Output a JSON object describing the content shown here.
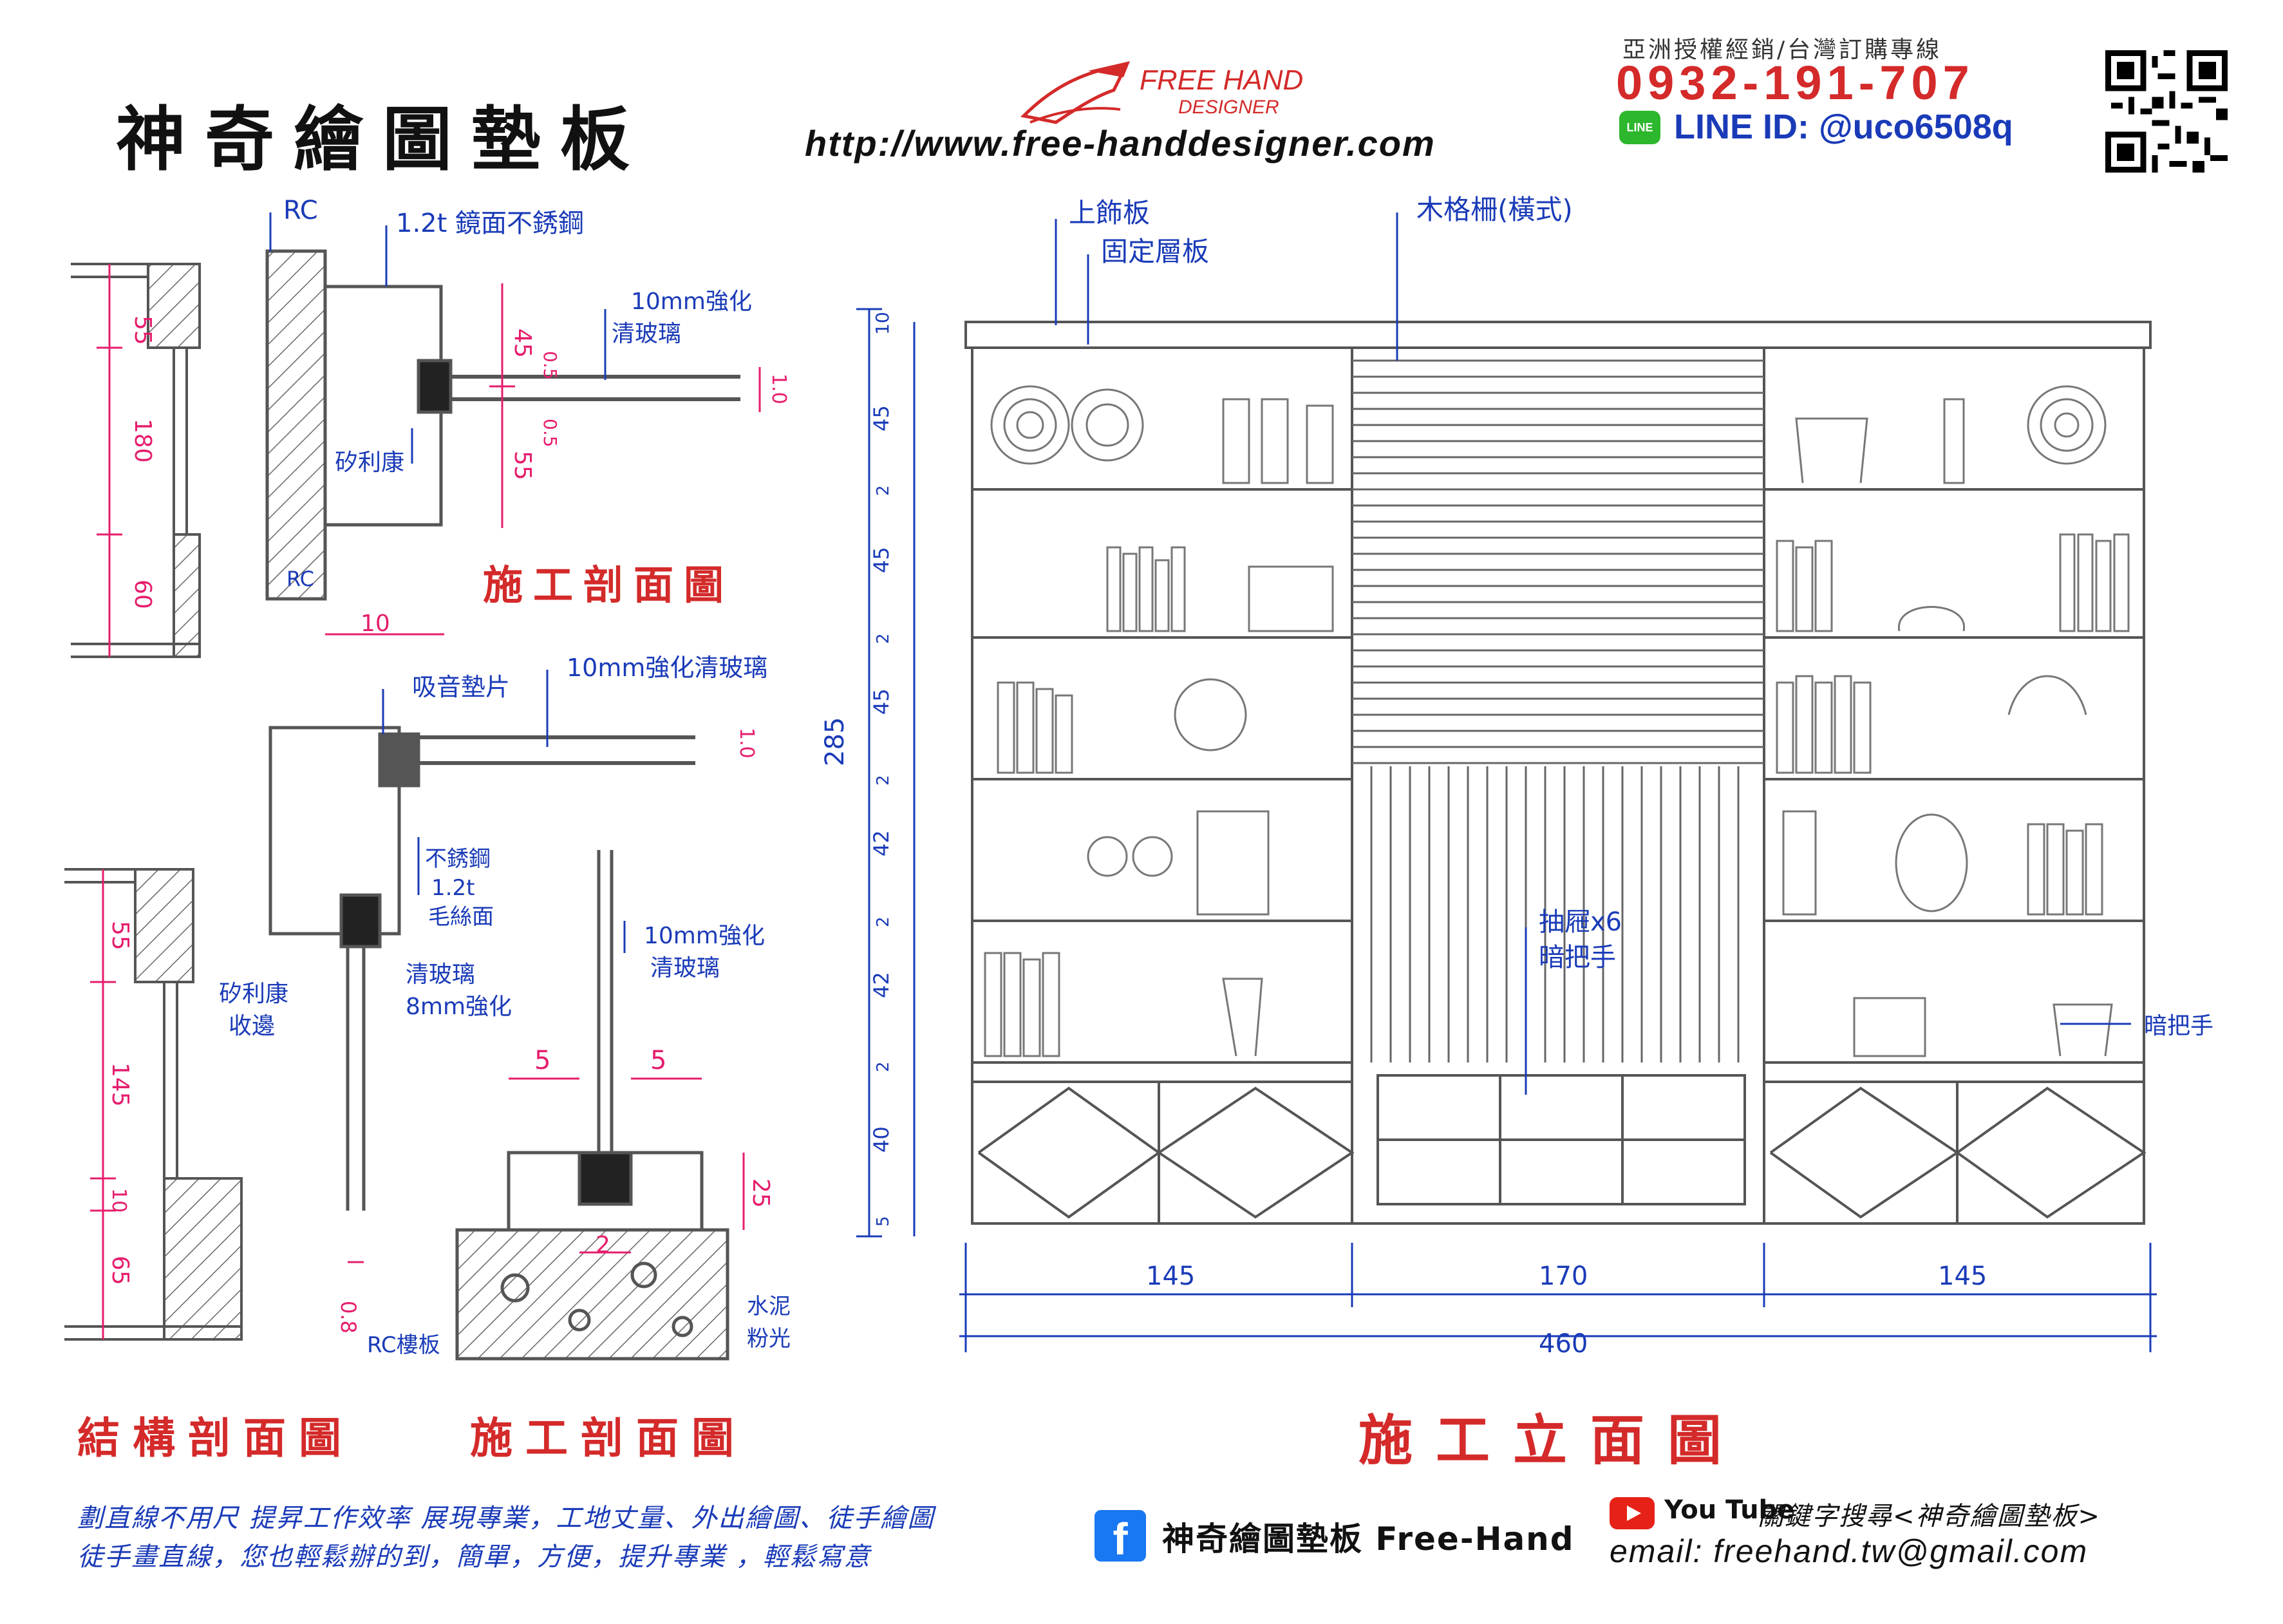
{
  "header": {
    "brand_title": "神奇繪圖墊板",
    "logo_line1": "FREE HAND",
    "logo_line2": "DESIGNER",
    "website": "http://www.free-handdesigner.com",
    "distributor": "亞洲授權經銷/台灣訂購專線",
    "phone": "0932-191-707",
    "line_badge": "LINE",
    "line_id": "LINE ID: @uco6508q"
  },
  "captions": {
    "section_top": "施工剖面圖",
    "structure_section": "結構剖面圖",
    "section_bottom": "施工剖面圖",
    "elevation": "施工立面圖"
  },
  "annotations": {
    "rc_top": "RC",
    "steel_mirror": "1.2t 鏡面不銹鋼",
    "glass_10mm_a": "10mm強化",
    "glass_10mm_b": "清玻璃",
    "silicone_a": "矽利康",
    "rc_left": "RC",
    "dim_45": "45",
    "dim_55": "55",
    "dim_05a": "0.5",
    "dim_05b": "0.5",
    "dim_10a": "1.0",
    "dim_10w": "10",
    "acoustic": "吸音墊片",
    "glass_10mm_c": "10mm強化清玻璃",
    "dim_10c": "1.0",
    "stainless_a": "不銹鋼",
    "stainless_b": "1.2t",
    "stainless_c": "毛絲面",
    "silicone_b": "矽利康",
    "silicone_c": "收邊",
    "clear_glass_a": "清玻璃",
    "clear_glass_b": "8mm強化",
    "glass_10mm_d": "10mm強化",
    "glass_10mm_e": "清玻璃",
    "dim_5a": "5",
    "dim_5b": "5",
    "dim_2": "2",
    "dim_25": "25",
    "dim_08": "0.8",
    "rc_slab": "RC樓板",
    "mortar_a": "水泥",
    "mortar_b": "粉光",
    "left_dims": [
      "55",
      "180",
      "60"
    ],
    "left_dims2": [
      "55",
      "145",
      "10",
      "65"
    ],
    "top_board": "上飾板",
    "fixed_shelf": "固定層板",
    "wood_grille": "木格柵(橫式)",
    "drawer_a": "抽屜x6",
    "drawer_b": "暗把手",
    "hidden_handle": "暗把手",
    "height_total": "285",
    "height_dims": [
      "10",
      "45",
      "2",
      "45",
      "2",
      "45",
      "2",
      "42",
      "2",
      "42",
      "2",
      "40",
      "5"
    ],
    "width_dims": [
      "145",
      "170",
      "145"
    ],
    "width_total": "460"
  },
  "footer": {
    "line1": "劃直線不用尺 提昇工作效率 展現專業，工地丈量、外出繪圖、徒手繪圖",
    "line2": "徒手畫直線，您也輕鬆辦的到，簡單，方便，提升專業 ，輕鬆寫意",
    "facebook_letter": "f",
    "facebook_name": "神奇繪圖墊板 Free-Hand",
    "youtube_label": "You Tube",
    "youtube_search": "關鍵字搜尋<神奇繪圖墊板>",
    "email": "email: freehand.tw@gmail.com"
  },
  "colors": {
    "red": "#d42a2a",
    "blue": "#1a3bb8",
    "pink": "#e61d6d",
    "pencil": "#555555"
  },
  "icons": [
    "pen-logo-icon",
    "line-icon",
    "qr-code-icon",
    "facebook-icon",
    "youtube-icon"
  ]
}
